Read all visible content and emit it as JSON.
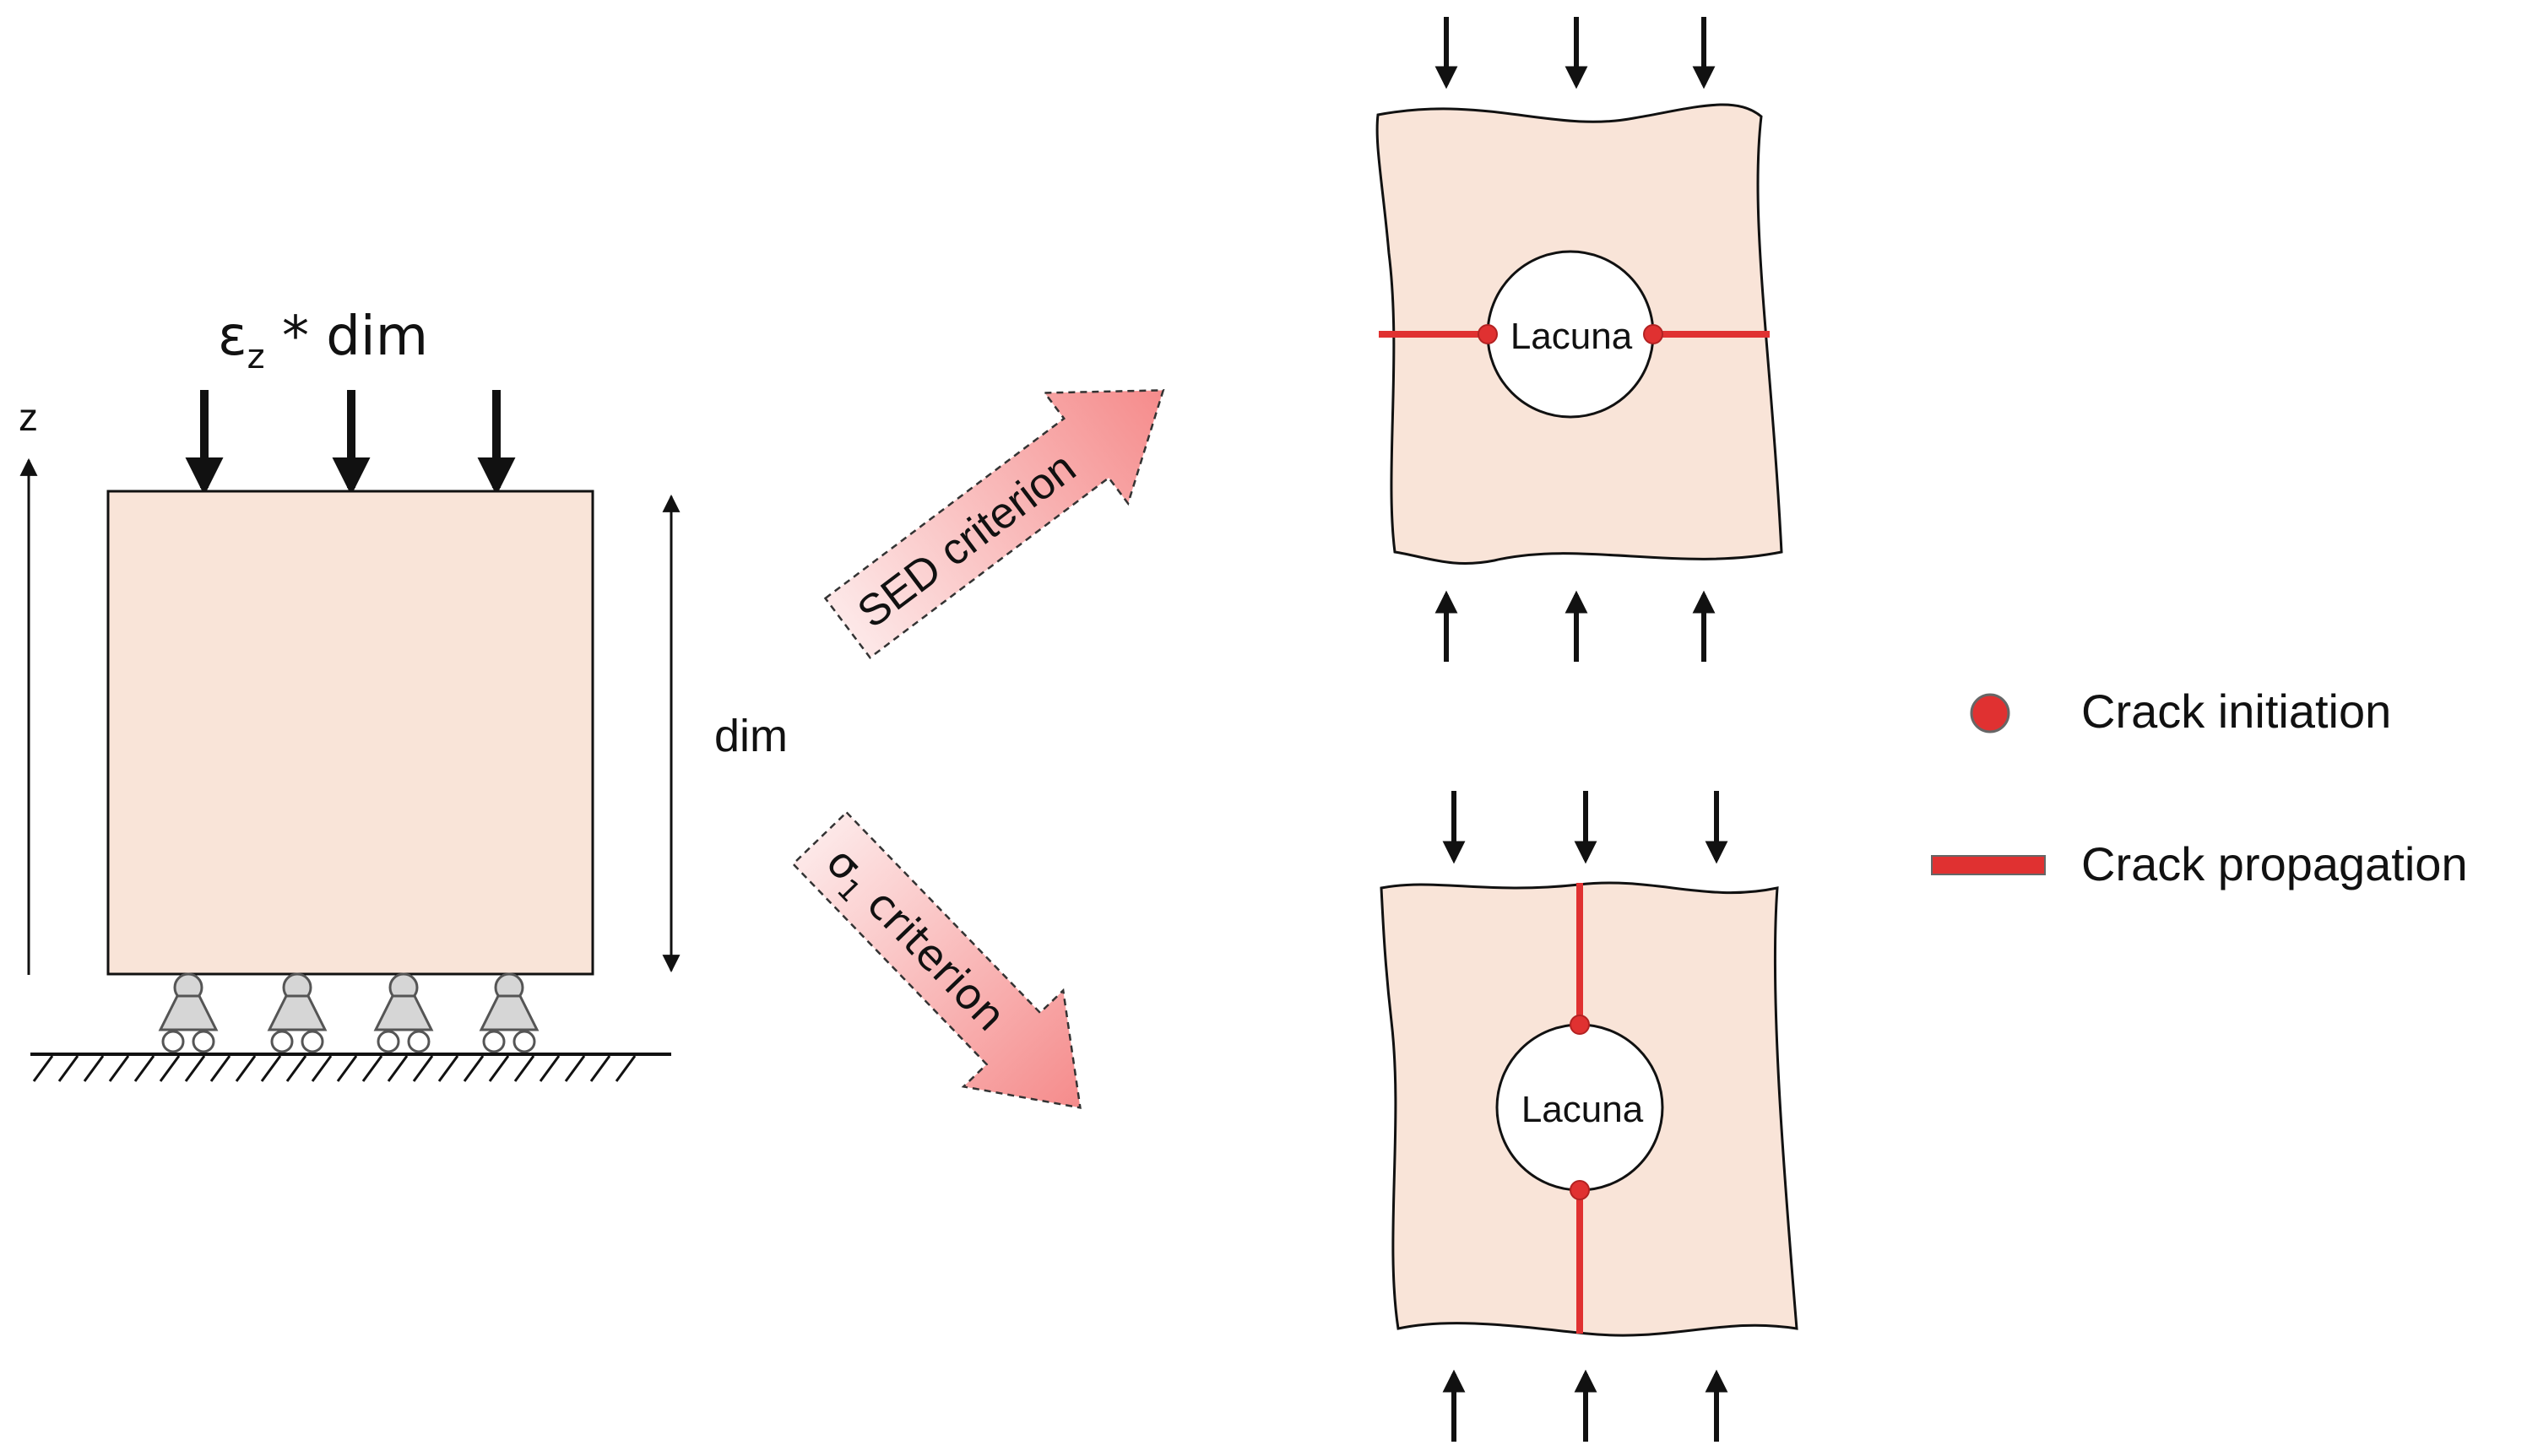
{
  "load_label": {
    "eps": "ε",
    "sub": "z",
    "rest": " * dim"
  },
  "z_axis_label": "z",
  "dim_label": "dim",
  "criteria": {
    "sed": "SED criterion",
    "sigma": {
      "symbol": "σ",
      "sub": "1",
      "rest": " criterion"
    }
  },
  "lacuna_top": "Lacuna",
  "lacuna_bottom": "Lacuna",
  "legend": {
    "initiation": "Crack initiation",
    "propagation": "Crack propagation"
  },
  "colors": {
    "tissue": "#f9e4d8",
    "crack": "#e03131",
    "arrow_fill": "#f79a9a",
    "outline": "#111111"
  }
}
